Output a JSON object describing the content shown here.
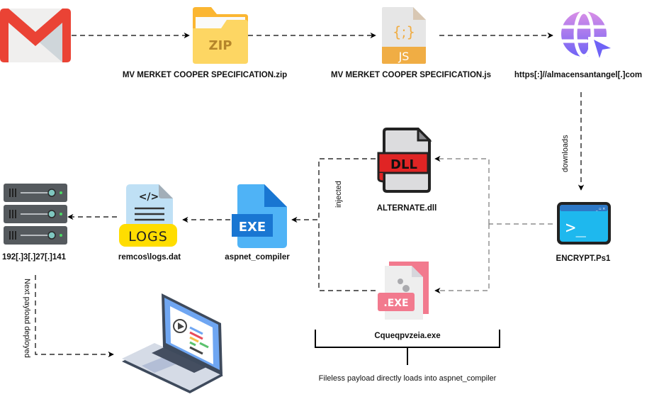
{
  "nodes": {
    "email": {
      "icon": "gmail-icon",
      "label": ""
    },
    "zip": {
      "icon": "zip-folder-icon",
      "badge": "ZIP",
      "label": "MV MERKET COOPER SPECIFICATION.zip"
    },
    "js": {
      "icon": "js-file-icon",
      "glyph": "{;}",
      "badge": "JS",
      "label": "MV MERKET COOPER SPECIFICATION.js"
    },
    "url": {
      "icon": "web-globe-icon",
      "label": "https[:]//almacensantangel[.]com"
    },
    "ps1": {
      "icon": "terminal-icon",
      "glyph": ">_",
      "label": "ENCRYPT.Ps1"
    },
    "dll": {
      "icon": "dll-file-icon",
      "badge": "DLL",
      "label": "ALTERNATE.dll"
    },
    "exe_payload": {
      "icon": "exe-file-icon",
      "badge": ".EXE",
      "label": "Cqueqpvzeia.exe"
    },
    "aspnet": {
      "icon": "exe-file-icon",
      "badge": "EXE",
      "label": "aspnet_compiler"
    },
    "logs": {
      "icon": "logs-file-icon",
      "glyph": "</>",
      "badge": "LOGS",
      "label": "remcos\\logs.dat"
    },
    "c2": {
      "icon": "server-icon",
      "label": "192[.]3[.]27[.]141"
    },
    "victim": {
      "icon": "laptop-icon",
      "label": ""
    }
  },
  "edge_labels": {
    "downloads": "downloads",
    "injected": "injected",
    "next_payload": "Next payload deployed",
    "fileless_note": "Fileless payload directly loads into aspnet_compiler"
  },
  "colors": {
    "gmail_red": "#EA4335",
    "zip_yellow": "#FDD663",
    "js_orange": "#F0AD44",
    "globe_purple": "#A070F0",
    "terminal_blue": "#1EB8EE",
    "dll_red": "#E02424",
    "exe_pink": "#F27A8E",
    "exe_blue": "#4FB3F6",
    "logs_yellow": "#FFDD00",
    "server_gray": "#555A5E",
    "arrow_gray": "#777777"
  }
}
